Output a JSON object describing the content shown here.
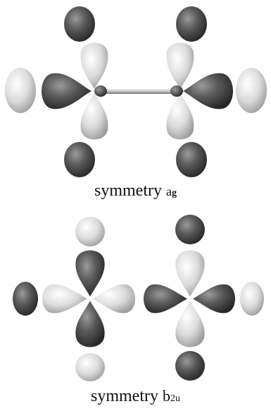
{
  "captions": [
    {
      "prefix": "symmetry",
      "symbol": "a",
      "subscript": "g"
    },
    {
      "prefix": "symmetry",
      "symbol": "b",
      "subscript": "2u"
    }
  ],
  "colors": {
    "dark_lobe": "#4a4a4a",
    "light_lobe": "#d6d6d6",
    "bond": "#b8b8b8",
    "atom": "#3a3a3a"
  }
}
